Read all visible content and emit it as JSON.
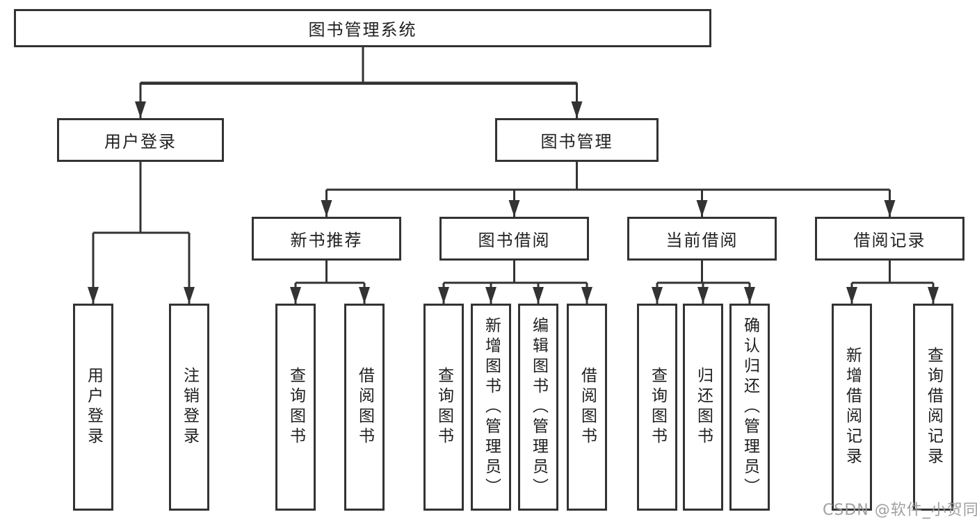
{
  "tree": {
    "root": "图书管理系统",
    "level2": [
      "用户登录",
      "图书管理"
    ],
    "level3": [
      "新书推荐",
      "图书借阅",
      "当前借阅",
      "借阅记录"
    ],
    "leaves": [
      "用户登录",
      "注销登录",
      "查询图书",
      "借阅图书",
      "查询图书",
      "新增图书（管理员）",
      "编辑图书（管理员）",
      "借阅图书",
      "查询图书",
      "归还图书",
      "确认归还（管理员）",
      "新增借阅记录",
      "查询借阅记录"
    ]
  },
  "hierarchy": {
    "图书管理系统": [
      "用户登录",
      "图书管理"
    ],
    "用户登录": [
      "用户登录",
      "注销登录"
    ],
    "图书管理": [
      "新书推荐",
      "图书借阅",
      "当前借阅",
      "借阅记录"
    ],
    "新书推荐": [
      "查询图书",
      "借阅图书"
    ],
    "图书借阅": [
      "查询图书",
      "新增图书（管理员）",
      "编辑图书（管理员）",
      "借阅图书"
    ],
    "当前借阅": [
      "查询图书",
      "归还图书",
      "确认归还（管理员）"
    ],
    "借阅记录": [
      "新增借阅记录",
      "查询借阅记录"
    ]
  },
  "watermark": {
    "text": "CSDN @软件_小贺同学"
  },
  "colors": {
    "background": "#ffffff",
    "line": "#333333",
    "box_border": "#333333",
    "text": "#1f1f1f",
    "watermark": "#989898"
  }
}
